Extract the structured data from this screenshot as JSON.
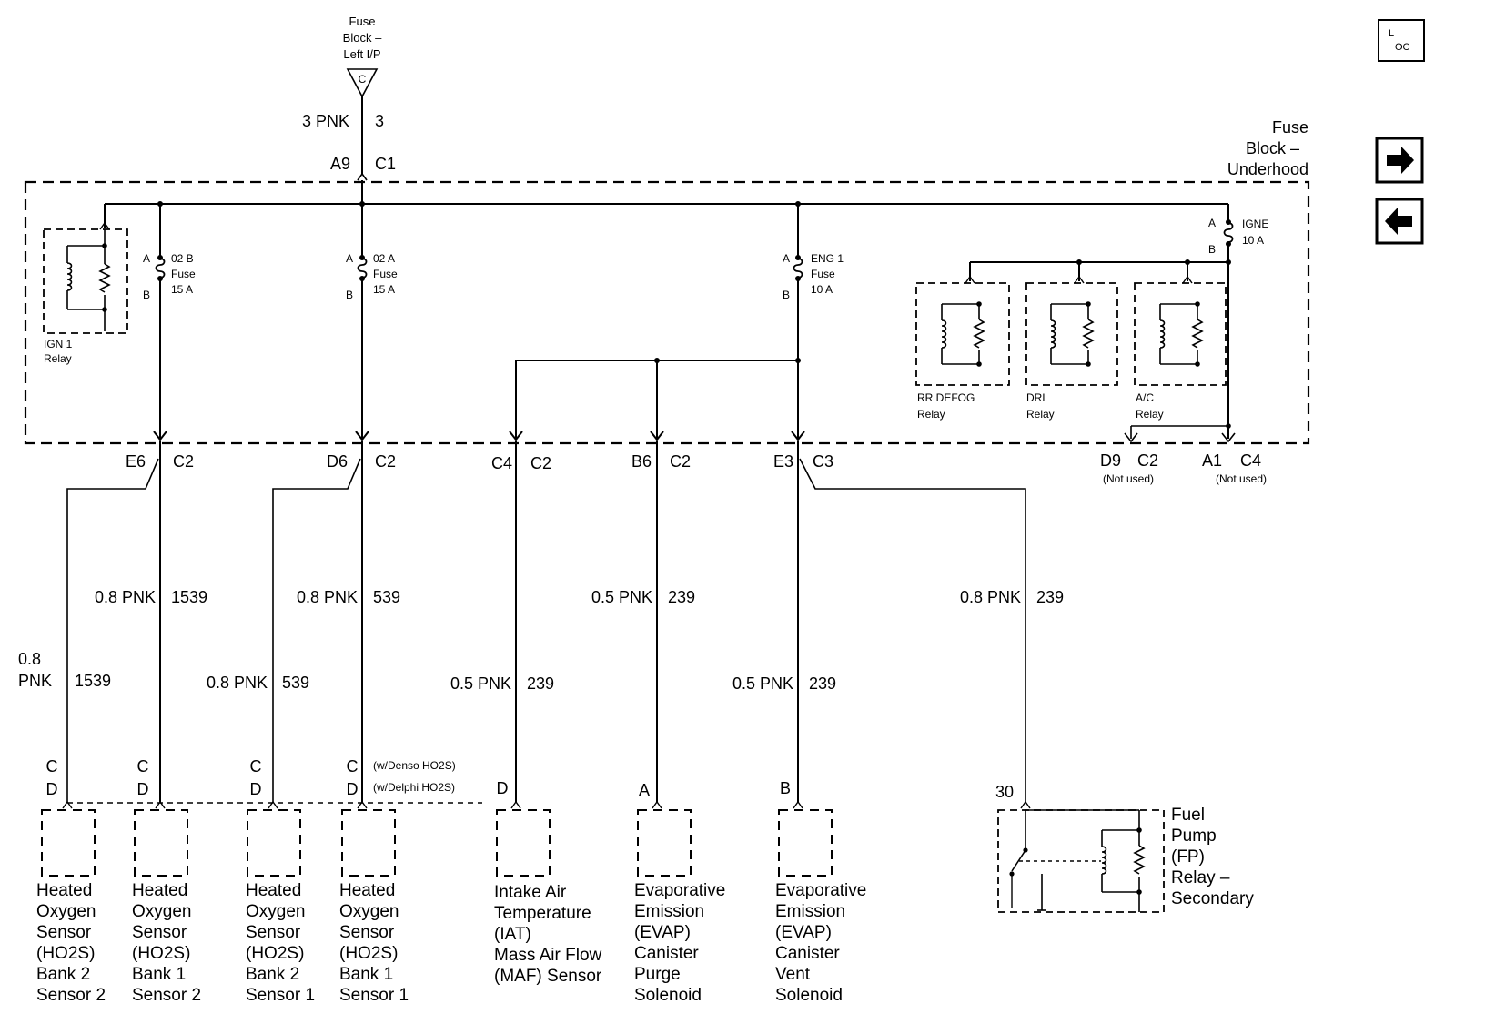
{
  "nav": {
    "loc_top": "L",
    "loc_bottom": "OC",
    "forward_icon": "arrow-right-icon",
    "back_icon": "arrow-left-icon"
  },
  "source": {
    "fuse_block_lines": [
      "Fuse",
      "Block –",
      "Left I/P"
    ],
    "connector": "C",
    "wire_gauge_color": "3 PNK",
    "circuit": "3",
    "pin": "A9",
    "conn": "C1"
  },
  "underhood": {
    "title_lines": [
      "Fuse",
      "Block –",
      "Underhood"
    ]
  },
  "ign1_relay": [
    "IGN 1",
    "Relay"
  ],
  "fuses": [
    {
      "a": "A",
      "b": "B",
      "lines": [
        "02 B",
        "Fuse",
        "15 A"
      ]
    },
    {
      "a": "A",
      "b": "B",
      "lines": [
        "02 A",
        "Fuse",
        "15 A"
      ]
    },
    {
      "a": "A",
      "b": "B",
      "lines": [
        "ENG 1",
        "Fuse",
        "10 A"
      ]
    },
    {
      "a": "A",
      "b": "B",
      "lines": [
        "IGNE",
        "10 A"
      ]
    }
  ],
  "relays": [
    {
      "lines": [
        "RR DEFOG",
        "Relay"
      ]
    },
    {
      "lines": [
        "DRL",
        "Relay"
      ]
    },
    {
      "lines": [
        "A/C",
        "Relay"
      ]
    }
  ],
  "connectors": [
    {
      "pin": "E6",
      "conn": "C2"
    },
    {
      "pin": "D6",
      "conn": "C2"
    },
    {
      "pin": "C4",
      "conn": "C2"
    },
    {
      "pin": "B6",
      "conn": "C2"
    },
    {
      "pin": "E3",
      "conn": "C3"
    },
    {
      "pin": "D9",
      "conn": "C2",
      "note": "(Not used)"
    },
    {
      "pin": "A1",
      "conn": "C4",
      "note": "(Not used)"
    }
  ],
  "wires": {
    "w_e6": {
      "gauge": "0.8 PNK",
      "circuit": "1539"
    },
    "w_e6_left": {
      "gauge_line1": "0.8",
      "gauge_line2": "PNK",
      "circuit": "1539"
    },
    "w_d6": {
      "gauge": "0.8 PNK",
      "circuit": "539"
    },
    "w_d6_left": {
      "gauge": "0.8 PNK",
      "circuit": "539"
    },
    "w_c4": {
      "gauge": "0.5 PNK",
      "circuit": "239"
    },
    "w_b6": {
      "gauge": "0.5 PNK",
      "circuit": "239"
    },
    "w_e3": {
      "gauge": "0.5 PNK",
      "circuit": "239"
    },
    "w_e3_right": {
      "gauge": "0.8 PNK",
      "circuit": "239"
    }
  },
  "pin_labels": {
    "c1": "C",
    "d1": "D",
    "c2": "C",
    "d2": "D",
    "c3": "C",
    "d3": "D",
    "c4": "C",
    "d4": "D",
    "denso": "(w/Denso HO2S)",
    "delphi": "(w/Delphi HO2S)",
    "iat_pin": "D",
    "purge_pin": "A",
    "vent_pin": "B",
    "fp_pin": "30"
  },
  "components": [
    {
      "lines": [
        "Heated",
        "Oxygen",
        "Sensor",
        "(HO2S)",
        "Bank 2",
        "Sensor 2"
      ]
    },
    {
      "lines": [
        "Heated",
        "Oxygen",
        "Sensor",
        "(HO2S)",
        "Bank 1",
        "Sensor 2"
      ]
    },
    {
      "lines": [
        "Heated",
        "Oxygen",
        "Sensor",
        "(HO2S)",
        "Bank 2",
        "Sensor 1"
      ]
    },
    {
      "lines": [
        "Heated",
        "Oxygen",
        "Sensor",
        "(HO2S)",
        "Bank 1",
        "Sensor 1"
      ]
    },
    {
      "lines": [
        "Intake Air",
        "Temperature",
        "(IAT)",
        "Mass Air Flow",
        "(MAF) Sensor"
      ]
    },
    {
      "lines": [
        "Evaporative",
        "Emission",
        "(EVAP)",
        "Canister",
        "Purge",
        "Solenoid"
      ]
    },
    {
      "lines": [
        "Evaporative",
        "Emission",
        "(EVAP)",
        "Canister",
        "Vent",
        "Solenoid"
      ]
    },
    {
      "lines": [
        "Fuel",
        "Pump",
        "(FP)",
        "Relay –",
        "Secondary"
      ]
    }
  ]
}
